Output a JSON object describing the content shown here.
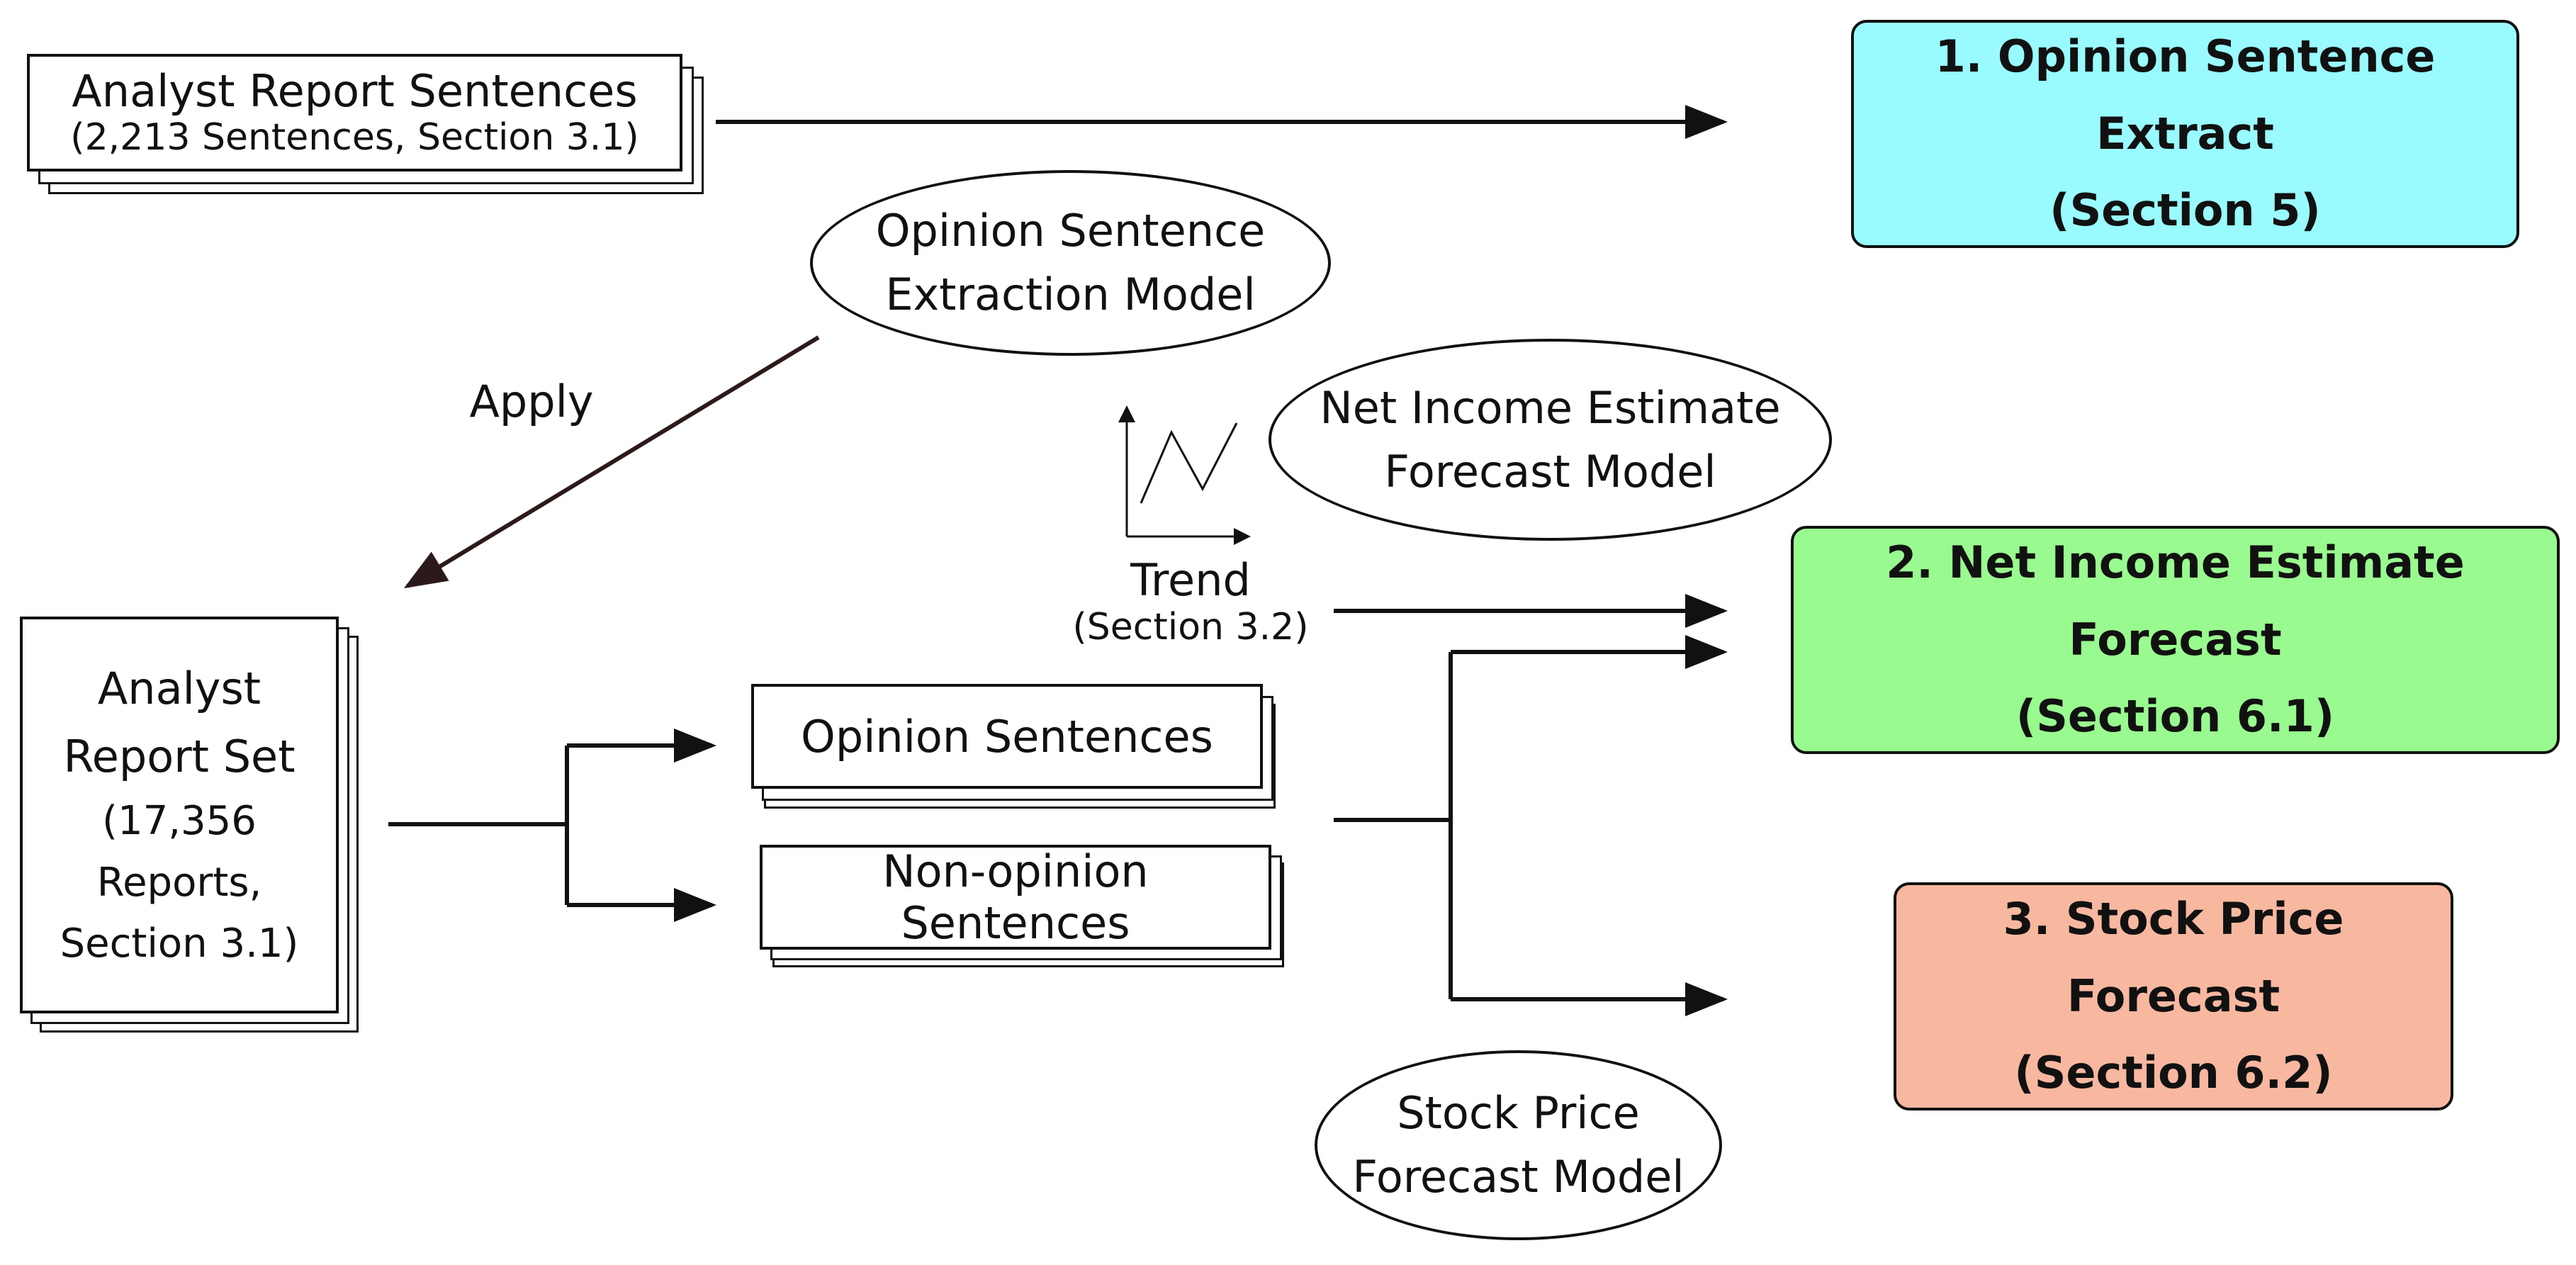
{
  "sources": {
    "sentences": {
      "title": "Analyst Report Sentences",
      "sub": "(2,213 Sentences, Section 3.1)"
    },
    "reports": {
      "line1": "Analyst",
      "line2": "Report Set",
      "line3": "(17,356 Reports,",
      "line4": "Section 3.1)"
    }
  },
  "models": {
    "opinion_extraction": {
      "line1": "Opinion Sentence",
      "line2": "Extraction Model"
    },
    "net_income": {
      "line1": "Net Income Estimate",
      "line2": "Forecast Model"
    },
    "stock_price": {
      "line1": "Stock Price",
      "line2": "Forecast Model"
    }
  },
  "labels": {
    "apply": "Apply",
    "trend": "Trend",
    "trend_section": "(Section 3.2)"
  },
  "sentence_sets": {
    "opinion": "Opinion Sentences",
    "non_opinion": "Non-opinion Sentences"
  },
  "results": {
    "r1": {
      "line1": "1. Opinion Sentence Extract",
      "line2": "(Section 5)",
      "color": "#99fbff"
    },
    "r2": {
      "line1": "2. Net Income Estimate Forecast",
      "line2": "(Section 6.1)",
      "color": "#99fb8f"
    },
    "r3": {
      "line1": "3. Stock Price Forecast",
      "line2": "(Section 6.2)",
      "color": "#f8b8a0"
    }
  }
}
